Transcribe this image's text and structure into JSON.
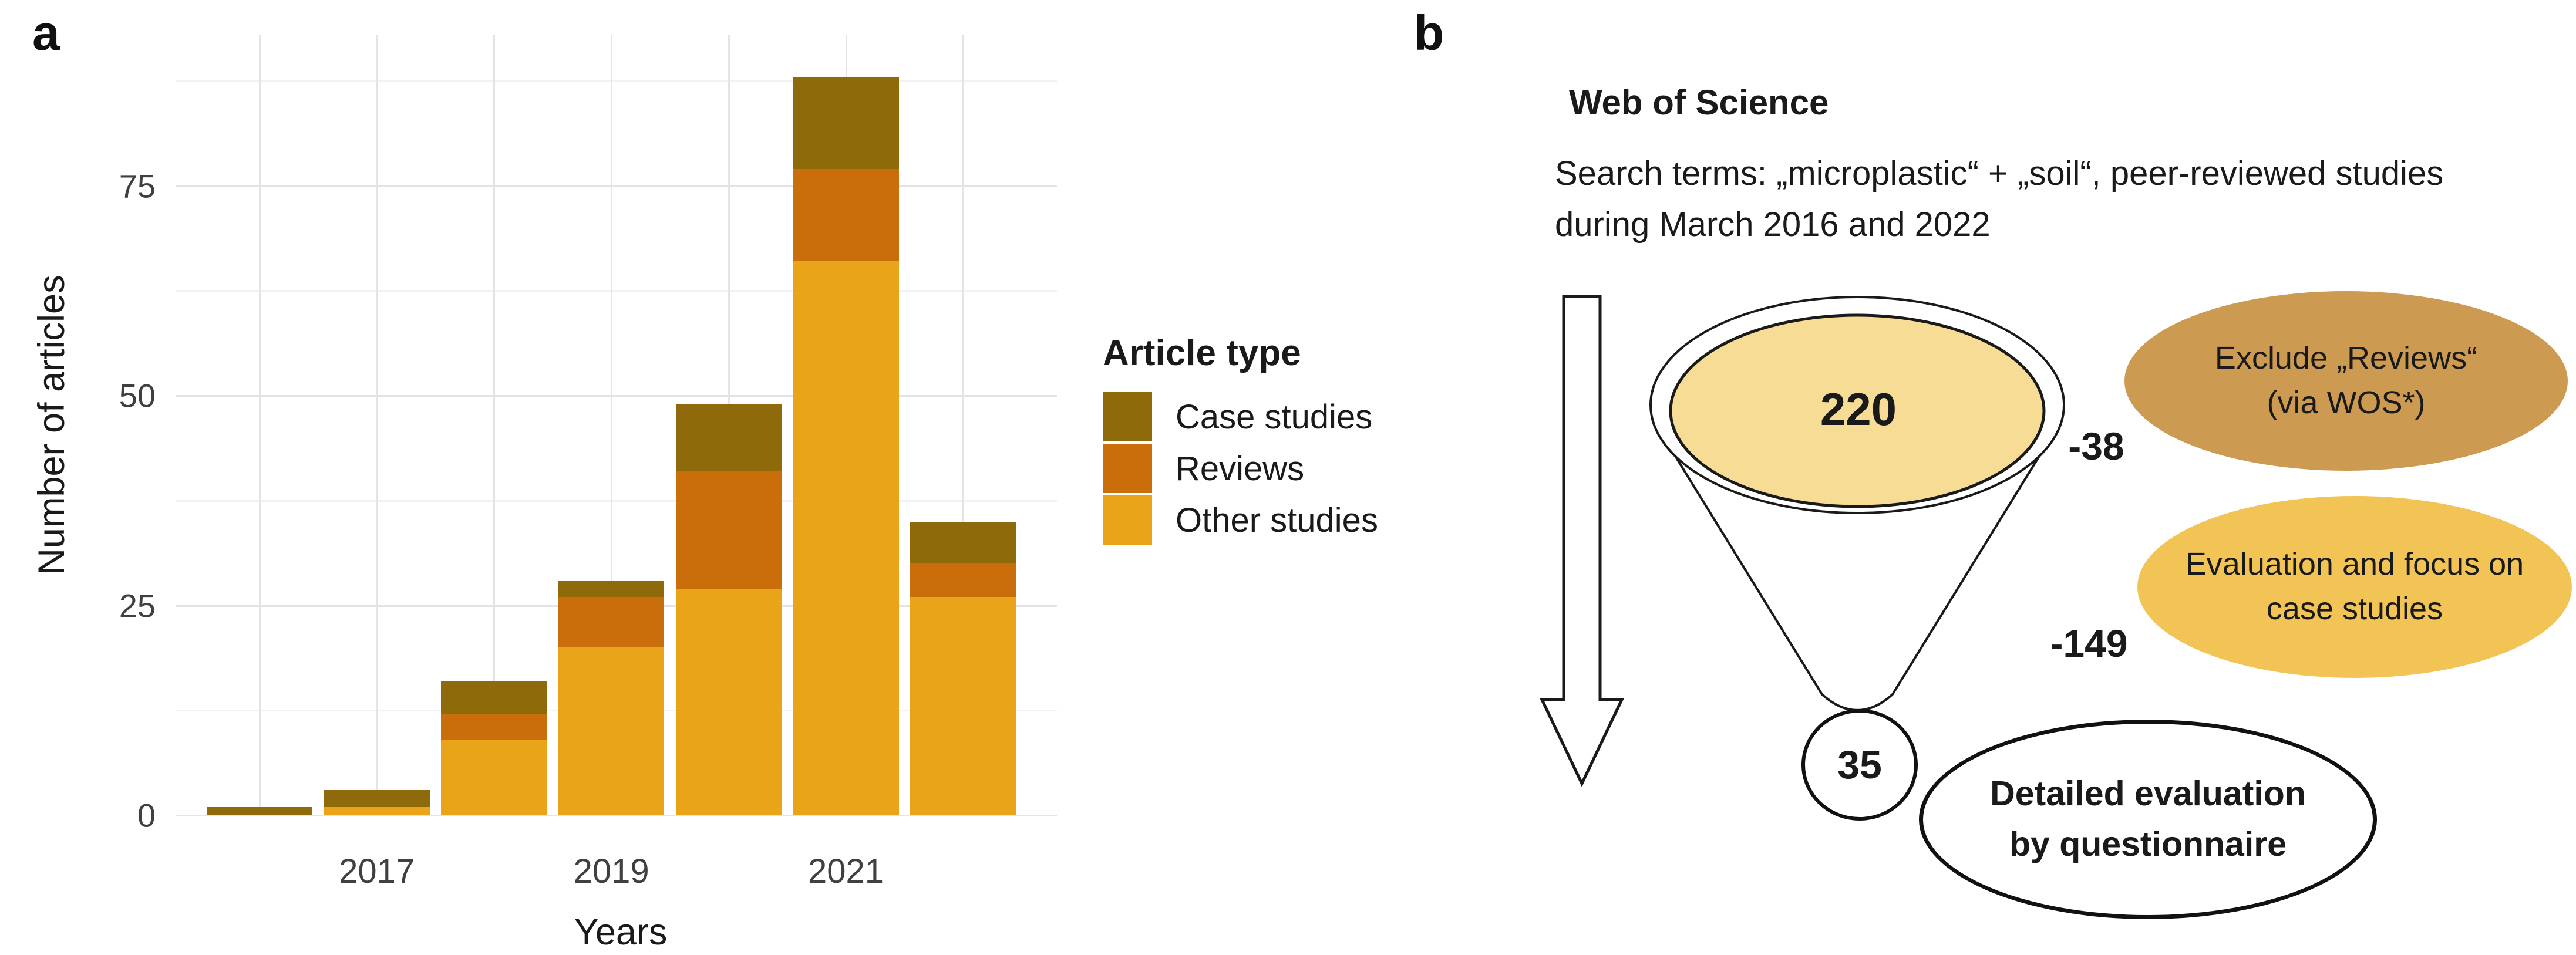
{
  "colors": {
    "case_studies": "#8E6A0B",
    "reviews": "#C96E0A",
    "other_studies": "#E9A41A",
    "funnel_fill": "#F7DC96",
    "exclude_ellipse_fill": "#CD9A52",
    "evaluation_ellipse_fill": "#F2C455",
    "grid_major": "#E4E4E4",
    "grid_minor": "#F2F2F2",
    "axis_text": "#404040",
    "outline": "#1A1A1A"
  },
  "panel_a": {
    "label": "a"
  },
  "chart_data": {
    "type": "bar",
    "stacked": true,
    "title": "",
    "categories": [
      2016,
      2017,
      2018,
      2019,
      2020,
      2021,
      2022
    ],
    "series": [
      {
        "name": "Case studies",
        "color": "#8E6A0B",
        "values": [
          1,
          2,
          4,
          2,
          8,
          11,
          5
        ]
      },
      {
        "name": "Reviews",
        "color": "#C96E0A",
        "values": [
          0,
          0,
          3,
          6,
          14,
          11,
          4
        ]
      },
      {
        "name": "Other studies",
        "color": "#E9A41A",
        "values": [
          0,
          1,
          9,
          20,
          27,
          66,
          26
        ]
      }
    ],
    "stack_order_bottom_to_top": [
      "Other studies",
      "Reviews",
      "Case studies"
    ],
    "totals_per_year": [
      1,
      3,
      16,
      28,
      49,
      88,
      35
    ],
    "xlabel": "Years",
    "ylabel": "Number of articles",
    "legend_title": "Article type",
    "legend_position": "right",
    "ylim": [
      0,
      93
    ],
    "yticks": [
      0,
      25,
      50,
      75
    ],
    "yticks_minor": [
      12.5,
      37.5,
      62.5,
      87.5
    ],
    "x_tick_labels": [
      "2017",
      "2019",
      "2021"
    ],
    "grid": true
  },
  "panel_b": {
    "label": "b",
    "source_title": "Web of Science",
    "search_terms": "Search terms: „microplastic“ + „soil“, peer-reviewed studies during March 2016 and 2022",
    "funnel_count": "220",
    "minus_reviews": "-38",
    "minus_evaluation": "-149",
    "final_count": "35",
    "exclude_line1": "Exclude „Reviews“",
    "exclude_line2": "(via WOS*)",
    "evaluation_line1": "Evaluation and focus on",
    "evaluation_line2": "case studies",
    "detailed_line1": "Detailed evaluation",
    "detailed_line2": "by questionnaire"
  }
}
